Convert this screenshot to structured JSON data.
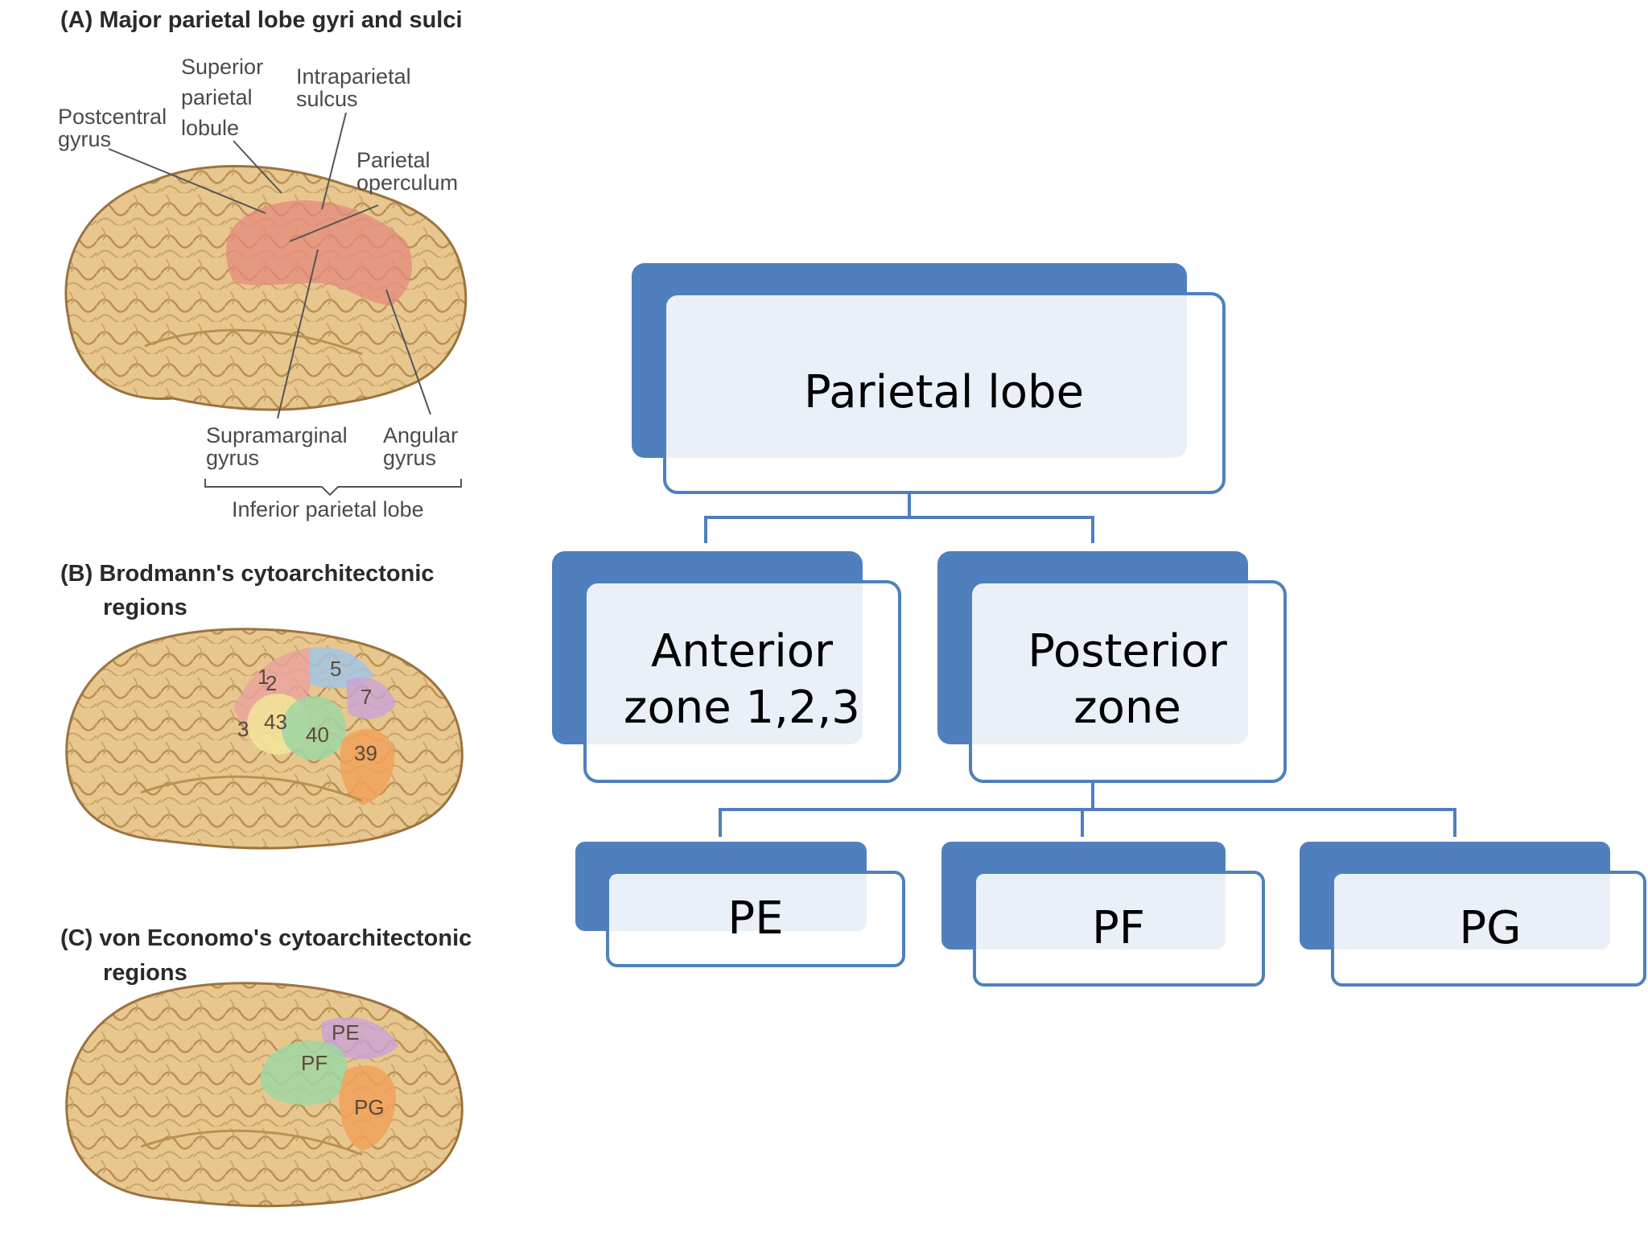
{
  "panels": {
    "a": {
      "title": "(A)  Major parietal lobe gyri and sulci",
      "labels": {
        "superior_1": "Superior",
        "superior_2": "parietal",
        "superior_3": "lobule",
        "intraparietal_1": "Intraparietal",
        "intraparietal_2": "sulcus",
        "postcentral_1": "Postcentral",
        "postcentral_2": "gyrus",
        "operculum_1": "Parietal",
        "operculum_2": "operculum",
        "supramarginal_1": "Supramarginal",
        "supramarginal_2": "gyrus",
        "angular_1": "Angular",
        "angular_2": "gyrus",
        "inferior": "Inferior parietal lobe"
      }
    },
    "b": {
      "title_1": "(B)  Brodmann's cytoarchitectonic",
      "title_2": "regions",
      "areas": {
        "a1": "1",
        "a2": "2",
        "a3": "3",
        "a5": "5",
        "a7": "7",
        "a43": "43",
        "a40": "40",
        "a39": "39"
      }
    },
    "c": {
      "title_1": "(C)  von Economo's cytoarchitectonic",
      "title_2": "regions",
      "areas": {
        "pe": "PE",
        "pf": "PF",
        "pg": "PG"
      }
    }
  },
  "hierarchy": {
    "root": "Parietal lobe",
    "anterior": {
      "line1": "Anterior",
      "line2": "zone 1,2,3"
    },
    "posterior": {
      "line1": "Posterior",
      "line2": "zone"
    },
    "pe": "PE",
    "pf": "PF",
    "pg": "PG"
  },
  "colors": {
    "node_accent": "#4f80bd",
    "brain": "#e6c58a",
    "parietal_highlight": "#e58a7c",
    "area_green": "#9fd6a3",
    "area_orange": "#f0a15b",
    "area_purple": "#c8a2d8",
    "area_blue": "#9ec6ea",
    "area_pink": "#e9a3a0",
    "area_yellow": "#f3e59a"
  }
}
